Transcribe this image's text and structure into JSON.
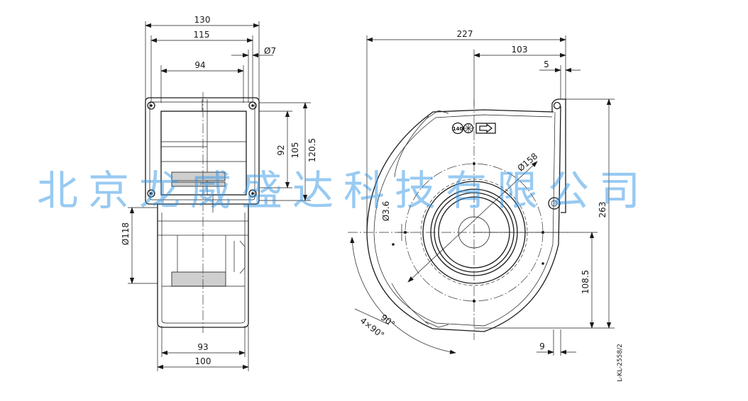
{
  "side_view": {
    "dims": {
      "w130": "130",
      "w115": "115",
      "d7": "Ø7",
      "w94": "94",
      "h92": "92",
      "h105": "105",
      "h1205": "120.5",
      "d118": "Ø118",
      "w93": "93",
      "w100": "100"
    }
  },
  "front_view": {
    "dims": {
      "w227": "227",
      "w103": "103",
      "w5": "5",
      "d158": "Ø158",
      "d36": "Ø3.6",
      "h263": "263",
      "h1085": "108.5",
      "w9": "9",
      "a90": "90°",
      "a4x90": "4×90°"
    },
    "badge": "140"
  },
  "drawing_number": "L-KL-2558/2",
  "watermark": "北京龙威盛达科技有限公司"
}
